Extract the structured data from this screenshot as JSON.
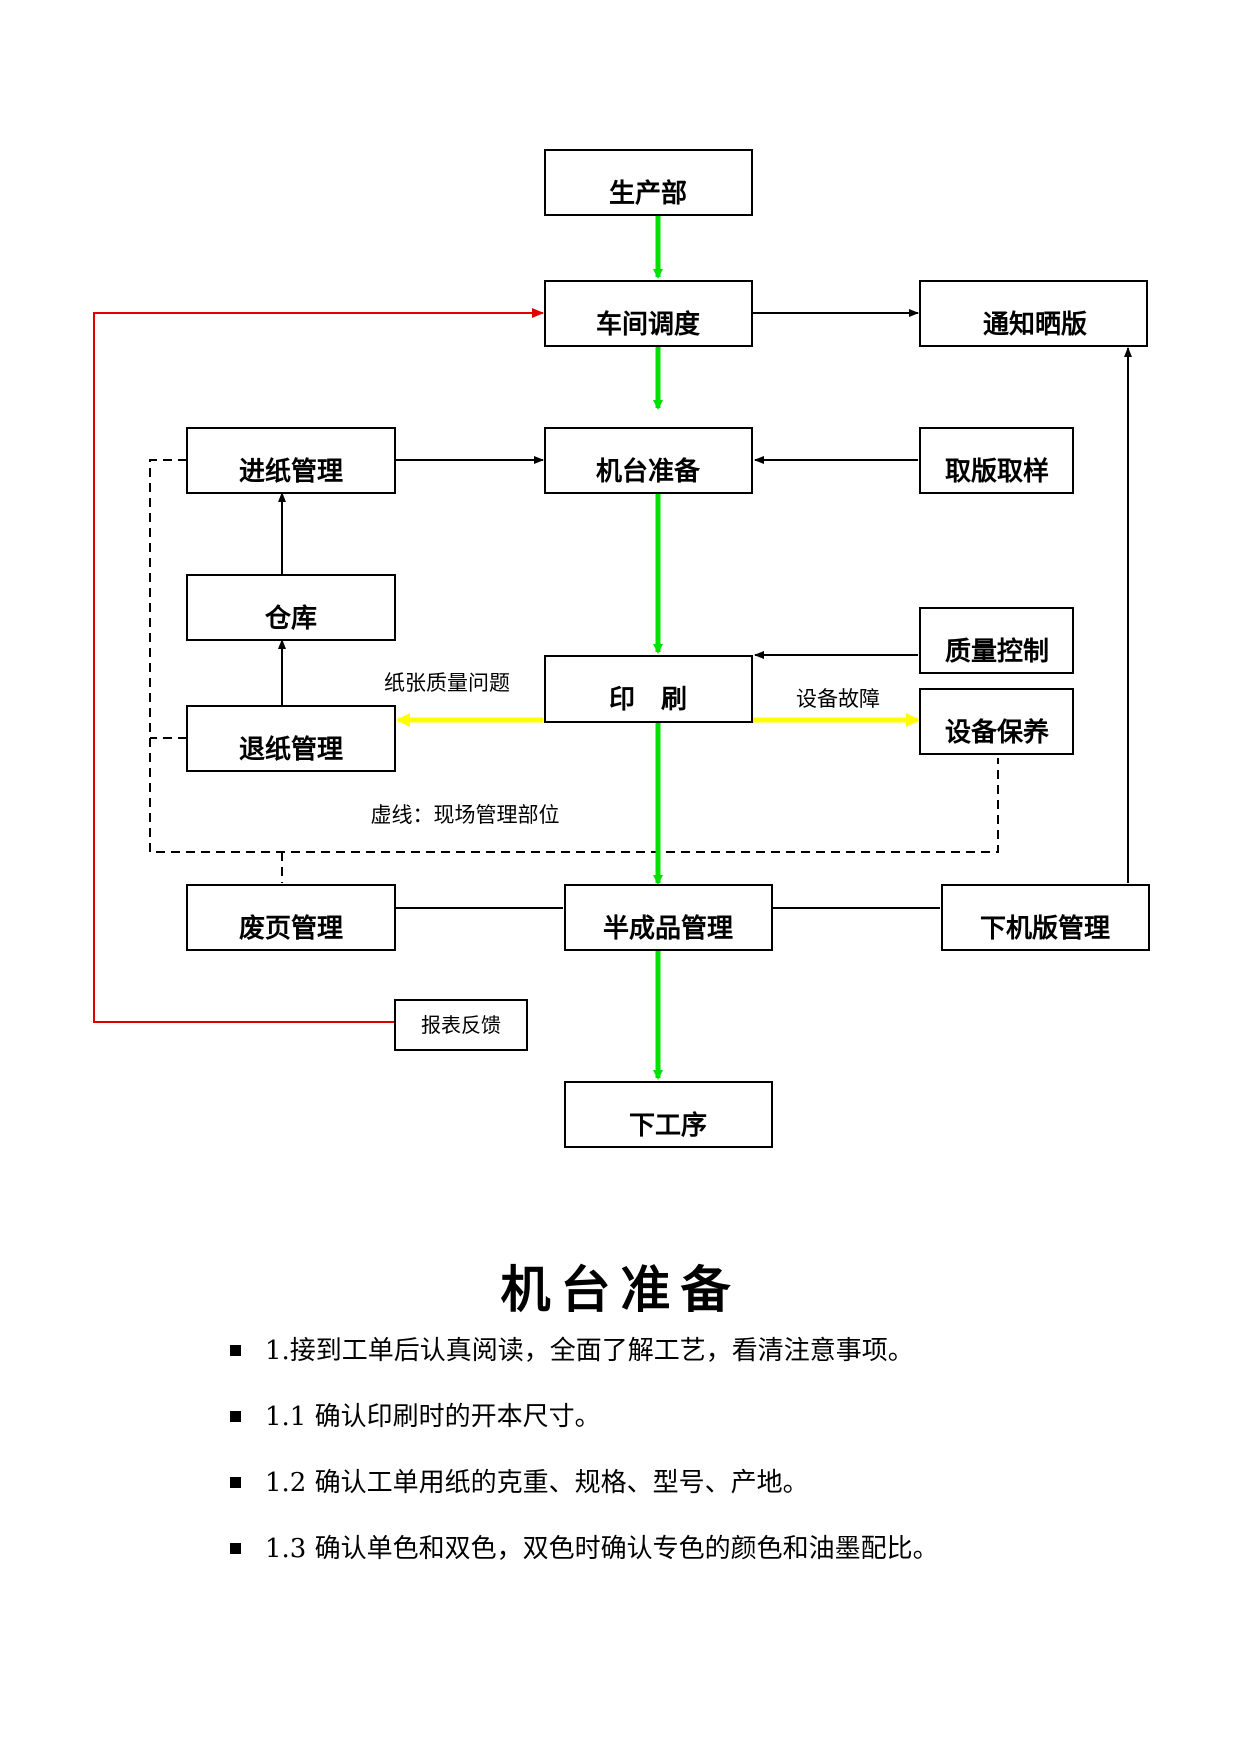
{
  "colors": {
    "box_border": "#000000",
    "main_flow": "#00e000",
    "problem_flow": "#ffff00",
    "feedback": "#e00000",
    "normal": "#000000"
  },
  "flowchart": {
    "nodes": {
      "production_dept": "生产部",
      "workshop_scheduling": "车间调度",
      "notify_plate_exposure": "通知晒版",
      "paper_feed_mgmt": "进纸管理",
      "machine_prep": "机台准备",
      "fetch_plate_sample": "取版取样",
      "warehouse": "仓库",
      "quality_control": "质量控制",
      "printing": "印　刷",
      "paper_return_mgmt": "退纸管理",
      "equipment_maintenance": "设备保养",
      "waste_sheet_mgmt": "废页管理",
      "semi_finished_mgmt": "半成品管理",
      "plate_off_mgmt": "下机版管理",
      "report_feedback": "报表反馈",
      "next_process": "下工序"
    },
    "labels": {
      "paper_quality_issue": "纸张质量问题",
      "equipment_failure": "设备故障",
      "dashed_line_note": "虚线：现场管理部位"
    }
  },
  "section": {
    "title": "机台准备",
    "items": [
      "1.接到工单后认真阅读，全面了解工艺，看清注意事项。",
      "1.1 确认印刷时的开本尺寸。",
      "1.2 确认工单用纸的克重、规格、型号、产地。",
      "1.3 确认单色和双色，双色时确认专色的颜色和油墨配比。"
    ]
  }
}
